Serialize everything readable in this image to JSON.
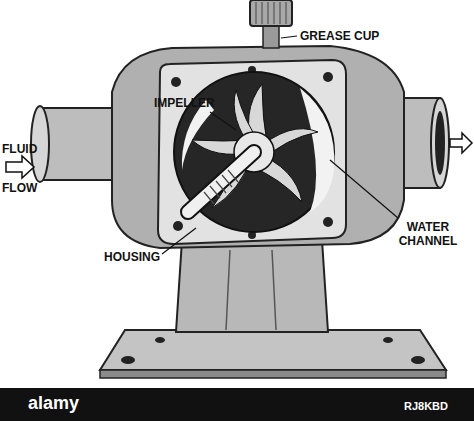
{
  "diagram": {
    "labels": [
      "GREASE CUP",
      "IMPELLER",
      "FLUID",
      "FLOW",
      "WATER CHANNEL",
      "HOUSING",
      "alamy",
      "RJ8KBD"
    ]
  }
}
